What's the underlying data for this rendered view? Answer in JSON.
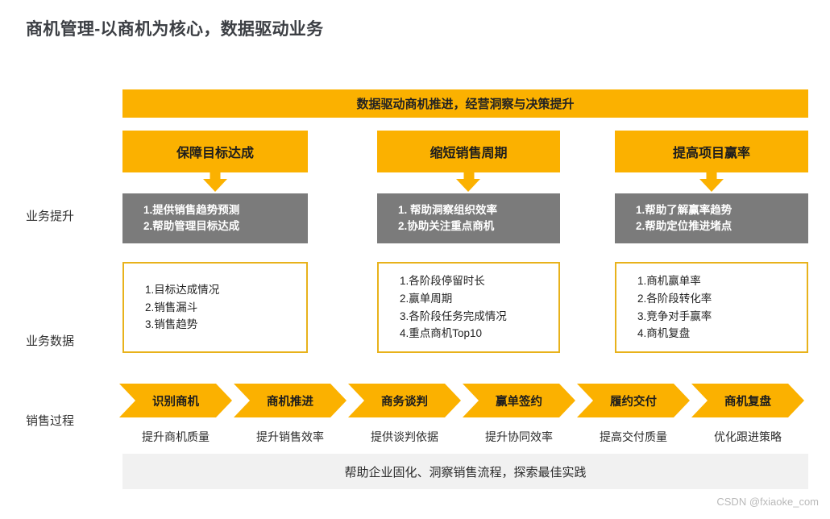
{
  "title": "商机管理-以商机为核心，数据驱动业务",
  "banner": "数据驱动商机推进，经营洞察与决策提升",
  "row_labels": {
    "business_improvement": "业务提升",
    "business_data": "业务数据",
    "sales_process": "销售过程"
  },
  "columns": [
    {
      "pillar": "保障目标达成",
      "benefits": [
        "1.提供销售趋势预测",
        "2.帮助管理目标达成"
      ],
      "data_points": [
        "1.目标达成情况",
        "2.销售漏斗",
        "3.销售趋势"
      ]
    },
    {
      "pillar": "缩短销售周期",
      "benefits": [
        "1. 帮助洞察组织效率",
        "2.协助关注重点商机"
      ],
      "data_points": [
        "1.各阶段停留时长",
        "2.赢单周期",
        "3.各阶段任务完成情况",
        "4.重点商机Top10"
      ]
    },
    {
      "pillar": "提高项目赢率",
      "benefits": [
        "1.帮助了解赢率趋势",
        "2.帮助定位推进堵点"
      ],
      "data_points": [
        "1.商机赢单率",
        "2.各阶段转化率",
        "3.竞争对手赢率",
        "4.商机复盘"
      ]
    }
  ],
  "process_steps": [
    {
      "label": "识别商机",
      "caption": "提升商机质量"
    },
    {
      "label": "商机推进",
      "caption": "提升销售效率"
    },
    {
      "label": "商务谈判",
      "caption": "提供谈判依据"
    },
    {
      "label": "赢单签约",
      "caption": "提升协同效率"
    },
    {
      "label": "履约交付",
      "caption": "提高交付质量"
    },
    {
      "label": "商机复盘",
      "caption": "优化跟进策略"
    }
  ],
  "footer": "帮助企业固化、洞察销售流程，探索最佳实践",
  "watermark": "CSDN @fxiaoke_com",
  "colors": {
    "accent": "#FBB100",
    "gray_box": "#7B7B7B",
    "data_border": "#E8B21B",
    "footer_bg": "#F1F1F1"
  }
}
